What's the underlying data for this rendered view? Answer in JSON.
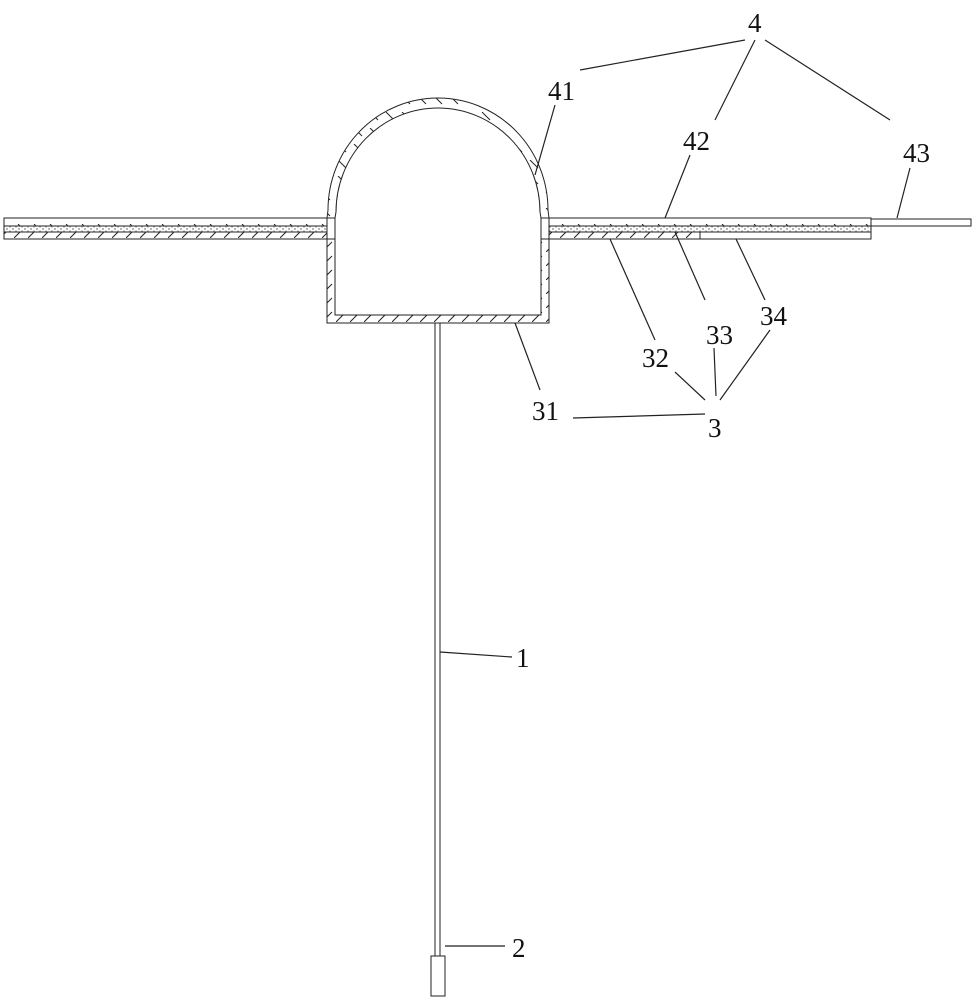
{
  "labels": {
    "rod": "1",
    "weight": "2",
    "group3": "3",
    "group4": "4",
    "l31": "31",
    "l32": "32",
    "l33": "33",
    "l34": "34",
    "l41": "41",
    "l42": "42",
    "l43": "43"
  }
}
